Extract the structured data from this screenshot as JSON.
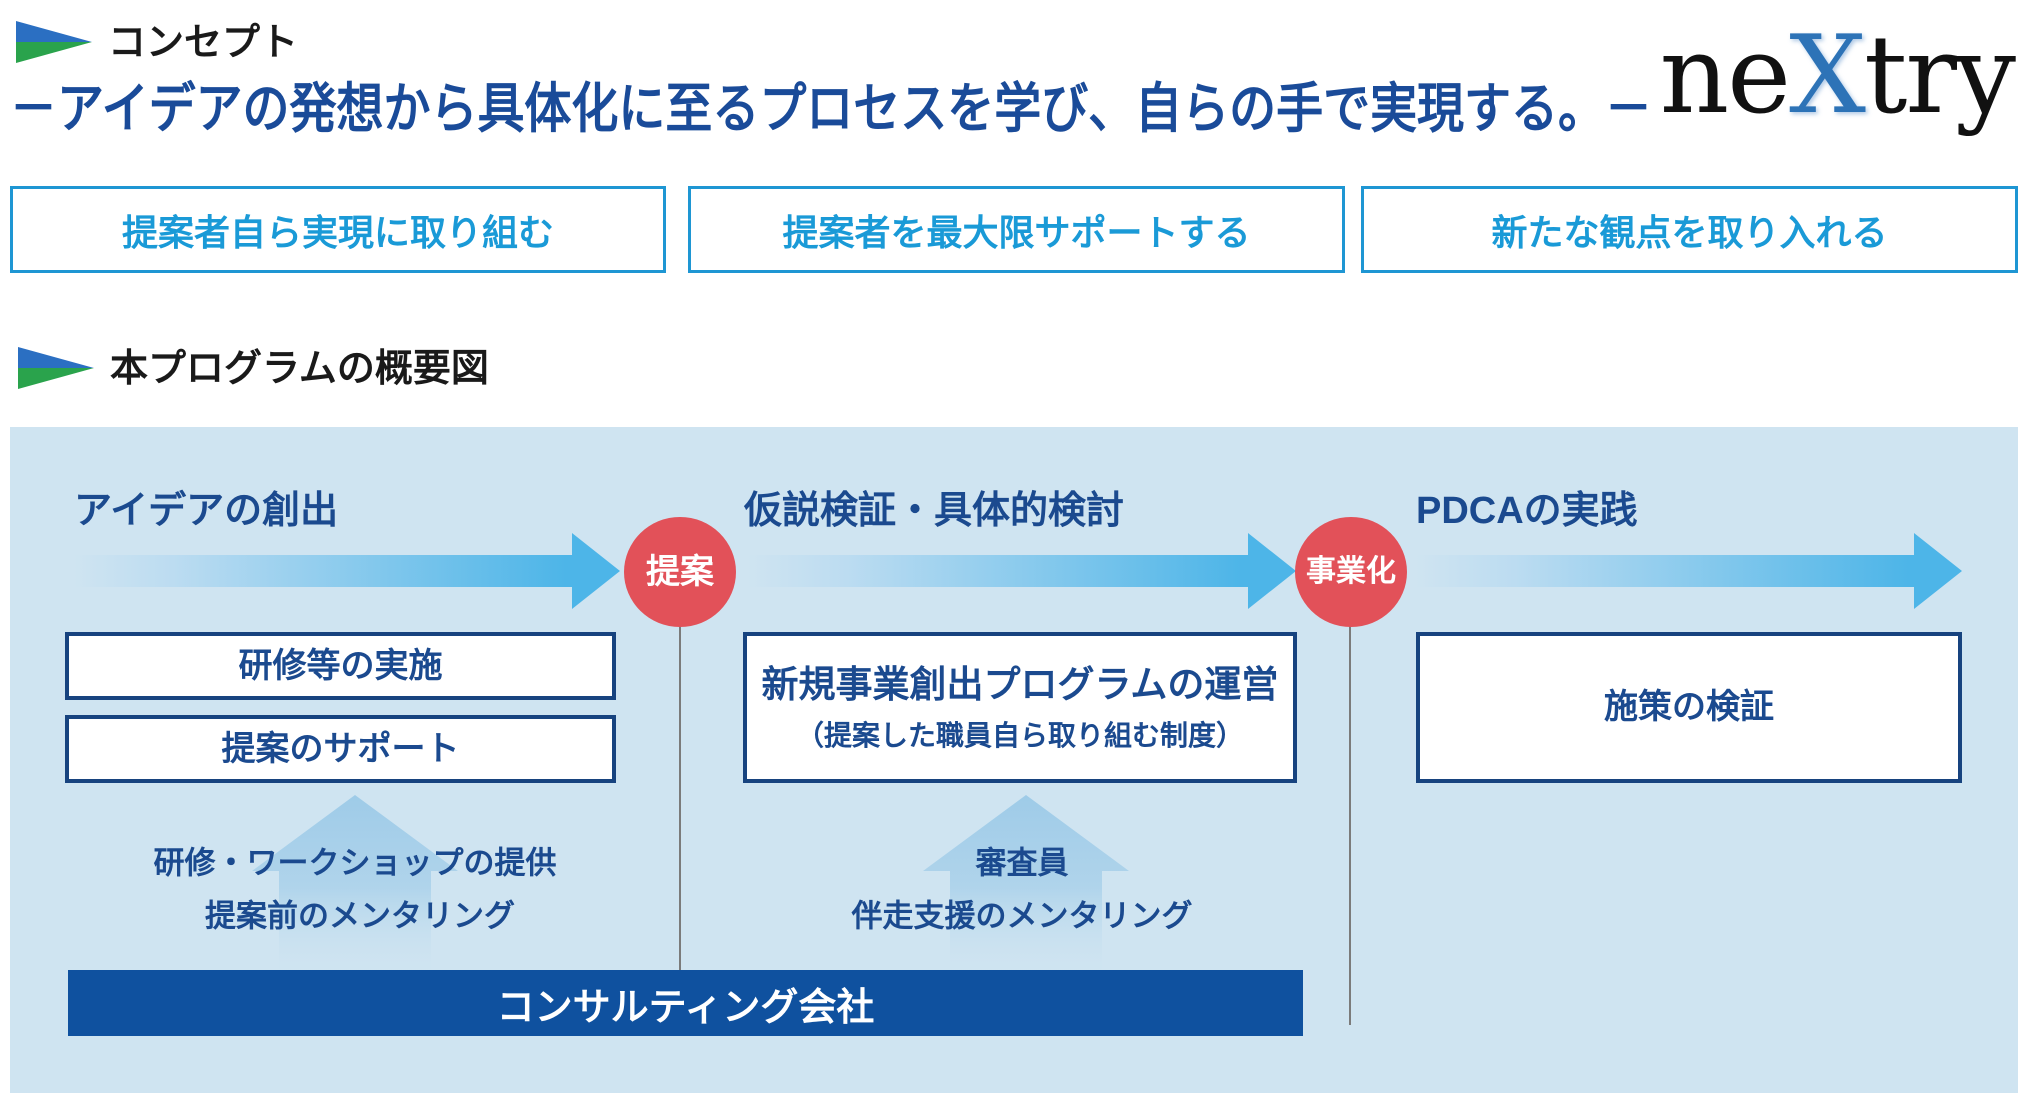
{
  "header": {
    "section1_label": "コンセプト",
    "headline": "－アイデアの発想から具体化に至るプロセスを学び、自らの手で実現する。－",
    "logo": {
      "pre": "ne",
      "x": "X",
      "post": "try"
    },
    "concept_boxes": [
      "提案者自ら実現に取り組む",
      "提案者を最大限サポートする",
      "新たな観点を取り入れる"
    ],
    "section2_label": "本プログラムの概要図"
  },
  "diagram": {
    "phases": [
      {
        "title": "アイデアの創出"
      },
      {
        "title": "仮説検証・具体的検討"
      },
      {
        "title": "PDCAの実践"
      }
    ],
    "milestones": [
      {
        "label": "提案"
      },
      {
        "label": "事業化"
      }
    ],
    "boxes": {
      "training": "研修等の実施",
      "proposal_support": "提案のサポート",
      "program_title": "新規事業創出プログラムの運営",
      "program_note": "（提案した職員自ら取り組む制度）",
      "verification": "施策の検証"
    },
    "supports": [
      {
        "line1": "研修・ワークショップの提供",
        "line2": "提案前のメンタリング"
      },
      {
        "line1": "審査員",
        "line2": "伴走支援のメンタリング"
      }
    ],
    "bottom_bar": "コンサルティング会社"
  },
  "colors": {
    "headline_navy": "#1a4b99",
    "diagram_navy": "#1b4a8f",
    "box_border_navy": "#17437f",
    "cyan_accent": "#1e96d3",
    "arrow_cyan": "#4db5e8",
    "panel_bg": "#cfe4f1",
    "milestone_red": "#e25159",
    "bar_navy": "#0f519f",
    "logo_blue": "#2d73b7",
    "icon_blue": "#2b6fc2",
    "icon_green": "#2aa34c"
  }
}
